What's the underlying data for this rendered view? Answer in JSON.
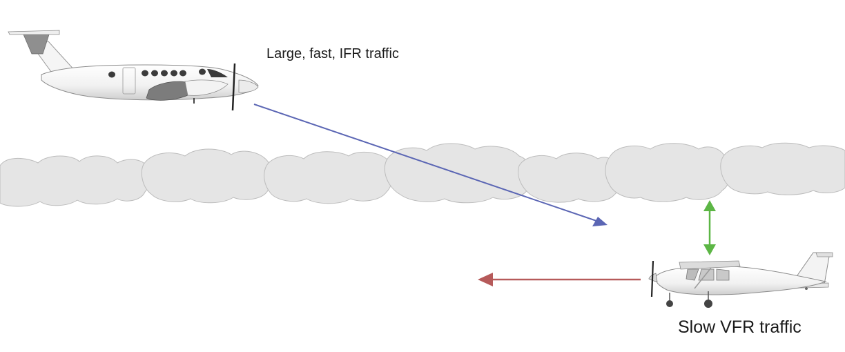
{
  "labels": {
    "ifr": "Large, fast, IFR traffic",
    "vfr": "Slow VFR traffic"
  },
  "colors": {
    "background": "#ffffff",
    "cloud_fill": "#e5e5e5",
    "cloud_stroke": "#bcbcbc",
    "ifr_descent_arrow": "#5b66b4",
    "vfr_heading_arrow": "#b65a5a",
    "cloud_clearance_arrow": "#5cb645"
  },
  "icons": {
    "ifr_aircraft": "twin-turboprop-airplane",
    "vfr_aircraft": "single-engine-high-wing-airplane"
  }
}
